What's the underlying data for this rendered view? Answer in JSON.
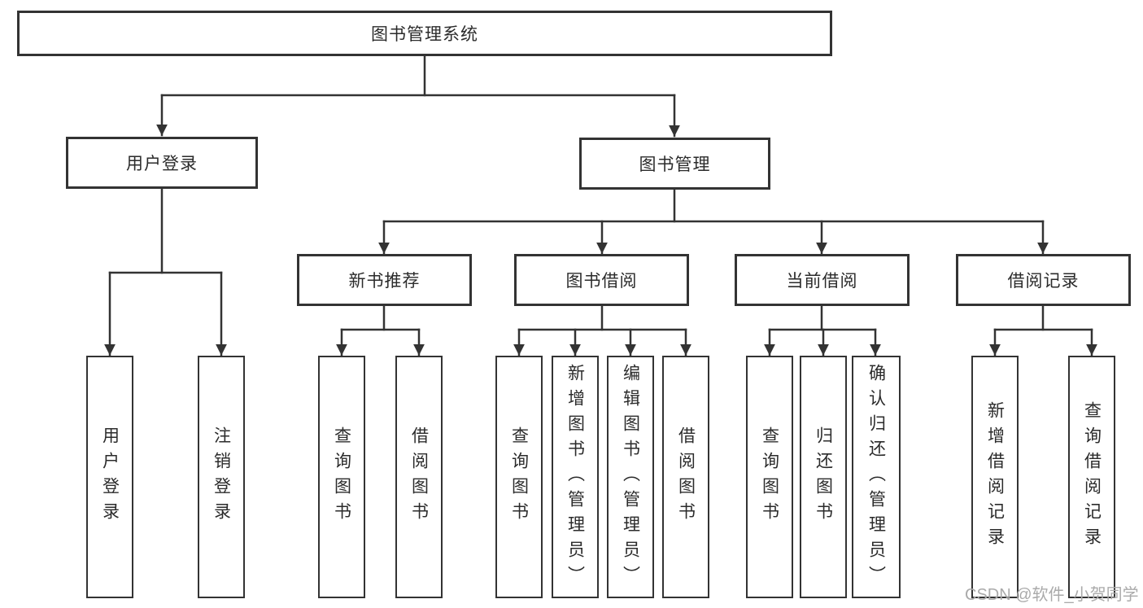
{
  "diagram": {
    "root": {
      "label": "图书管理系统"
    },
    "branches": [
      {
        "label": "用户登录",
        "children": [
          "用户登录",
          "注销登录"
        ]
      },
      {
        "label": "图书管理",
        "sections": [
          {
            "label": "新书推荐",
            "children": [
              "查询图书",
              "借阅图书"
            ]
          },
          {
            "label": "图书借阅",
            "children": [
              "查询图书",
              "新增图书（管理员）",
              "编辑图书（管理员）",
              "借阅图书"
            ]
          },
          {
            "label": "当前借阅",
            "children": [
              "查询图书",
              "归还图书",
              "确认归还（管理员）"
            ]
          },
          {
            "label": "借阅记录",
            "children": [
              "新增借阅记录",
              "查询借阅记录"
            ]
          }
        ]
      }
    ]
  },
  "watermark": "CSDN @软件_小贺同学",
  "colors": {
    "line": "#333333",
    "text": "#2b2b2b",
    "node_background": "#ffffff",
    "watermark": "#aaaaaa",
    "background": "#ffffff"
  }
}
